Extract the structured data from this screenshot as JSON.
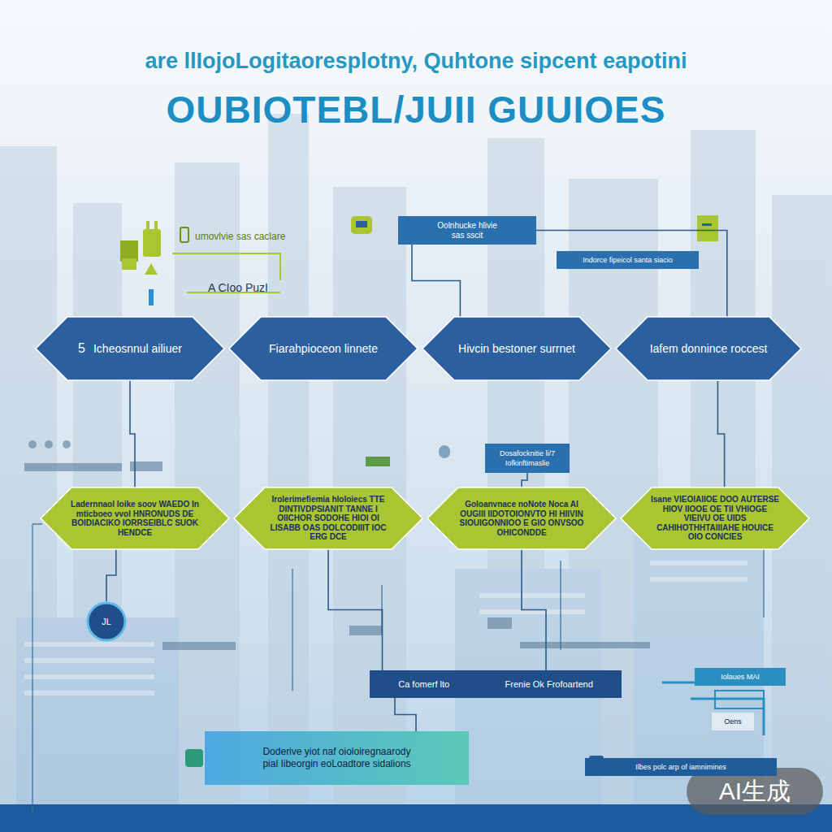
{
  "diagram": {
    "title": "OUBIOTEBL/JUII GUUIOES",
    "nodes": [
      {
        "text": [
          "Oolnhucke hlivie",
          "sas sscit"
        ]
      },
      {
        "text": [
          "Indorce fipeicol santa siacio"
        ]
      },
      {
        "text": [
          "5",
          "Icheosnnul ailiuer"
        ]
      },
      {
        "text": [
          "Fiarahpioceon linnete"
        ]
      },
      {
        "text": [
          "Hivcin bestoner surrnet"
        ]
      },
      {
        "text": [
          "Iafem donnince roccest"
        ]
      },
      {
        "text": [
          "Dosafocknitie li/7",
          "Iofkinftimaslie"
        ]
      },
      {
        "text": [
          "Ladernnaol loike soov WAEDO In mticboeo vvol HNRONUDS DE BOIDIACIKO IORRSEIBLC SUOK HENDCE"
        ]
      },
      {
        "text": [
          "Irolerimefiemia hloloiecs TTE DINTIVDPSIANIT TANNE I OIICHOR SODOHE HIOI OI LISABB OAS DOLCODIIIT IOC ERG DCE"
        ]
      },
      {
        "text": [
          "Goloanvnace noNote Noca AI OUGIII IIDOTOIONVTO HI HIIVIN SIOUIGONNIOO E GIO ONVSOO OHICONDDE"
        ]
      },
      {
        "text": [
          "Isane VIEOIAIIOE DOO AUTERSE HIOV IIOOE OE TII VHIOGE VIEIVU OE UIDS CAHIHOTHHTAIIIAHE HOUICE OIO CONCIES"
        ]
      },
      {
        "text": [
          "JL"
        ]
      },
      {
        "text": [
          "Ca fomerf lto",
          "Frenie Ok Frofoartend"
        ]
      },
      {
        "text": [
          "Doderive yiot naf oioloiregnaarody",
          "pial Iibeorgin eoLoadtore sidalions"
        ]
      },
      {
        "text": [
          "Iolaues MAI"
        ]
      },
      {
        "text": [
          "Oens"
        ]
      },
      {
        "text": [
          "Ilbes polc arp of iamnimines"
        ]
      }
    ],
    "edges": [
      {
        "from": 0,
        "to": 5,
        "arrow": "none"
      },
      {
        "from": 0,
        "to": 4,
        "arrow": "none"
      },
      {
        "from": 2,
        "to": 7,
        "arrow": "none"
      },
      {
        "from": 5,
        "to": 10,
        "arrow": "none"
      },
      {
        "from": 6,
        "to": 9,
        "arrow": "none"
      },
      {
        "from": 7,
        "to": 11,
        "arrow": "none"
      },
      {
        "from": 9,
        "to": 12,
        "arrow": "none"
      },
      {
        "from": 12,
        "to": 13,
        "arrow": "none"
      },
      {
        "from": 8,
        "to": 12,
        "arrow": "none"
      }
    ],
    "labels": [
      "are llIojoLogitaoresplotny, Quhtone sipcent eapotini",
      "umovlvie sas caclare",
      "A CIoo PuzI",
      "AI生成"
    ]
  }
}
